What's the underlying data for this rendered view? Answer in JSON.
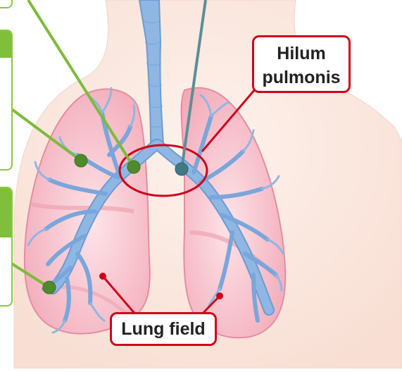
{
  "labels": {
    "hilum_line1": "Hilum",
    "hilum_line2": "pulmonis",
    "lung_field": "Lung field"
  },
  "colors": {
    "skin": "#fbe9e1",
    "lung_fill": "#f7c9d2",
    "lung_edge": "#e58da0",
    "bronchi": "#8fb7e3",
    "bronchi_edge": "#6c9bd2",
    "callout_border": "#d0021b",
    "leader_green": "#7dbb3b",
    "leader_teal": "#5a8f96",
    "panel_green": "#8cc63f"
  },
  "icons": [
    "hilum-ellipse",
    "marker-dot"
  ]
}
